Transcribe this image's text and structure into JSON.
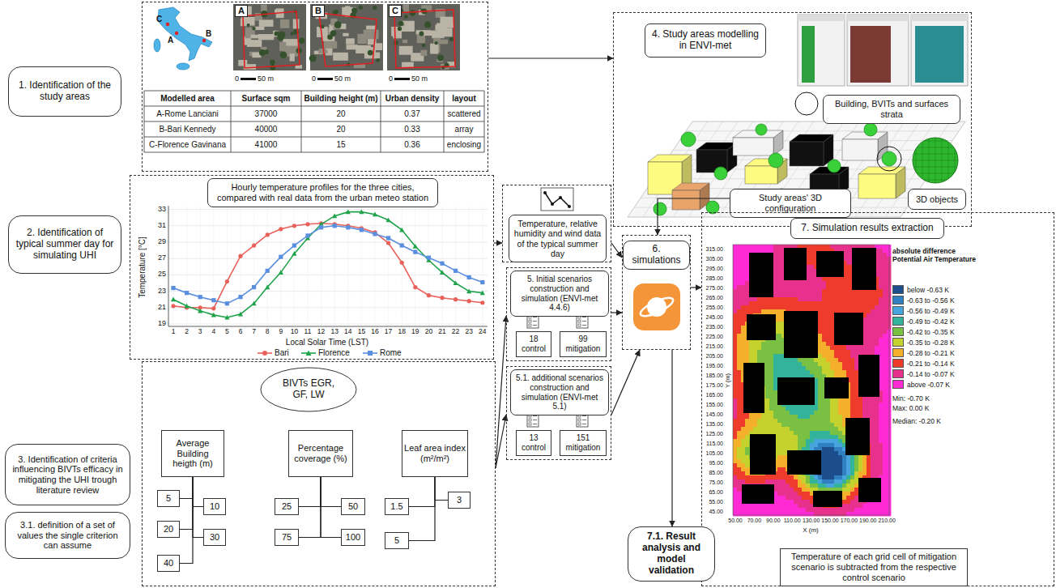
{
  "diagram": {
    "nodes": [
      {
        "text": [
          "1. Identification of the study areas"
        ]
      },
      {
        "text": []
      },
      {
        "text": [
          "2. Identification of typical summer day for simulating UHI"
        ]
      },
      {
        "text": []
      },
      {
        "text": [
          "Hourly temperature profiles for the three cities, compared with real data from the urban meteo station"
        ],
        "in": 3
      },
      {
        "text": []
      },
      {
        "text": [
          "Temperature, relative humidity and wind data of the typical summer day"
        ],
        "in": 5
      },
      {
        "text": []
      },
      {
        "text": [
          "4. Study areas modelling in ENVI-met"
        ],
        "in": 7
      },
      {
        "text": [
          "Building, BVITs and surfaces strata"
        ],
        "in": 7
      },
      {
        "text": [
          "Study areas' 3D configuration"
        ],
        "in": 7
      },
      {
        "text": [
          "3D objects"
        ],
        "in": 7
      },
      {
        "text": []
      },
      {
        "text": [
          "5. Initial scenarios construction and simulation (ENVI-met 4.4.6)"
        ],
        "in": 12
      },
      {
        "text": [
          "18 control"
        ],
        "in": 12
      },
      {
        "text": [
          "99 mitigation"
        ],
        "in": 12
      },
      {
        "text": [
          "6. simulations"
        ]
      },
      {
        "text": []
      },
      {
        "text": [
          "7. Simulation results extraction"
        ],
        "in": 17
      },
      {
        "text": [
          "Temperature of each grid cell of mitigation scenario is subtracted from the respective control scenario"
        ],
        "in": 17
      },
      {
        "text": [
          "3. Identification of criteria influencing BIVTs efficacy in mitigating the UHI trough literature review"
        ]
      },
      {
        "text": [
          "3.1. definition of a set of values the single criterion can assume"
        ]
      },
      {
        "text": []
      },
      {
        "text": [
          "BIVTs EGR, GF, LW"
        ],
        "in": 22
      },
      {
        "text": [
          "Average Building heigth (m)"
        ],
        "in": 22
      },
      {
        "text": [
          "Percentage coverage (%)"
        ],
        "in": 22
      },
      {
        "text": [
          "Leaf area index (m²/m²)"
        ],
        "in": 22
      },
      {
        "text": [
          "5"
        ],
        "in": 22
      },
      {
        "text": [
          "10"
        ],
        "in": 22
      },
      {
        "text": [
          "20"
        ],
        "in": 22
      },
      {
        "text": [
          "30"
        ],
        "in": 22
      },
      {
        "text": [
          "40"
        ],
        "in": 22
      },
      {
        "text": [
          "25"
        ],
        "in": 22
      },
      {
        "text": [
          "50"
        ],
        "in": 22
      },
      {
        "text": [
          "75"
        ],
        "in": 22
      },
      {
        "text": [
          "100"
        ],
        "in": 22
      },
      {
        "text": [
          "1.5"
        ],
        "in": 22
      },
      {
        "text": [
          "3"
        ],
        "in": 22
      },
      {
        "text": [
          "5"
        ],
        "in": 22
      },
      {
        "text": []
      },
      {
        "text": [
          "5.1. additional scenarios construction and simulation (ENVI-met 5.1)"
        ],
        "in": 39
      },
      {
        "text": [
          "13 control"
        ],
        "in": 39
      },
      {
        "text": [
          "151 mitigation"
        ],
        "in": 39
      },
      {
        "text": [
          "7.1. Result analysis and model validation"
        ]
      }
    ],
    "edges": [
      {
        "from": 1,
        "to": 7,
        "arrow": "to"
      },
      {
        "from": 3,
        "to": 5,
        "arrow": "to"
      },
      {
        "from": 5,
        "to": 16,
        "arrow": "to"
      },
      {
        "from": 10,
        "to": 16,
        "arrow": "to"
      },
      {
        "from": 22,
        "to": 12,
        "arrow": "to"
      },
      {
        "from": 22,
        "to": 39,
        "arrow": "to"
      },
      {
        "from": 12,
        "to": 16,
        "arrow": "to"
      },
      {
        "from": 39,
        "to": 16,
        "arrow": "to"
      },
      {
        "from": 16,
        "to": 17,
        "arrow": "to"
      },
      {
        "from": 16,
        "to": 43,
        "arrow": "to"
      },
      {
        "from": 24,
        "to": 27,
        "arrow": "none"
      },
      {
        "from": 24,
        "to": 28,
        "arrow": "none"
      },
      {
        "from": 24,
        "to": 29,
        "arrow": "none"
      },
      {
        "from": 24,
        "to": 30,
        "arrow": "none"
      },
      {
        "from": 24,
        "to": 31,
        "arrow": "none"
      },
      {
        "from": 25,
        "to": 32,
        "arrow": "none"
      },
      {
        "from": 25,
        "to": 33,
        "arrow": "none"
      },
      {
        "from": 25,
        "to": 34,
        "arrow": "none"
      },
      {
        "from": 25,
        "to": 35,
        "arrow": "none"
      },
      {
        "from": 26,
        "to": 36,
        "arrow": "none"
      },
      {
        "from": 26,
        "to": 37,
        "arrow": "none"
      },
      {
        "from": 26,
        "to": 38,
        "arrow": "none"
      }
    ],
    "labels": [
      "C",
      "A",
      "B",
      "A",
      "B",
      "C",
      "0",
      "50 m",
      "0",
      "50 m",
      "0",
      "50 m",
      "Modelled area",
      "Surface sqm",
      "Building height (m)",
      "Urban density",
      "layout",
      "A-Rome Lanciani",
      "37000",
      "20",
      "0.37",
      "scattered",
      "B-Bari Kennedy",
      "40000",
      "20",
      "0.33",
      "array",
      "C-Florence Gavinana",
      "41000",
      "15",
      "0.36",
      "enclosing",
      "Temperature [°C]",
      "33",
      "31",
      "29",
      "27",
      "25",
      "23",
      "21",
      "19",
      "1",
      "2",
      "3",
      "4",
      "5",
      "6",
      "7",
      "8",
      "9",
      "10",
      "11",
      "12",
      "13",
      "14",
      "15",
      "16",
      "17",
      "18",
      "19",
      "20",
      "21",
      "22",
      "23",
      "24",
      "Local Solar Time (LST)",
      "absolute difference Potential Air Temperature",
      "Min: -0.70 K",
      "Max: 0.00 K",
      "Median: -0.20 K",
      "315.00",
      "305.00",
      "295.00",
      "285.00",
      "275.00",
      "265.00",
      "255.00",
      "245.00",
      "235.00",
      "225.00",
      "215.00",
      "205.00",
      "195.00",
      "185.00",
      "175.00",
      "165.00",
      "155.00",
      "145.00",
      "135.00",
      "125.00",
      "115.00",
      "105.00",
      "95.00",
      "85.00",
      "75.00",
      "65.00",
      "55.00",
      "45.00",
      "Y (m)",
      "50.00",
      "70.00",
      "90.00",
      "110.00",
      "130.00",
      "150.00",
      "170.00",
      "190.00",
      "210.00",
      "X (m)"
    ],
    "legend": [
      {
        "text": "Bari"
      },
      {
        "text": "Florence"
      },
      {
        "text": "Rome"
      },
      {
        "text": "below -0.63 K",
        "color": "#1c4e8c"
      },
      {
        "text": "-0.63 to -0.56 K",
        "color": "#2f7fc1"
      },
      {
        "text": "-0.56 to -0.49 K",
        "color": "#48a4dc"
      },
      {
        "text": "-0.49 to -0.42 K",
        "color": "#33b39a"
      },
      {
        "text": "-0.42 to -0.35 K",
        "color": "#79c043"
      },
      {
        "text": "-0.35 to -0.28 K",
        "color": "#c5d22e"
      },
      {
        "text": "-0.28 to -0.21 K",
        "color": "#f4b02a"
      },
      {
        "text": "-0.21 to -0.14 K",
        "color": "#ee3b2b"
      },
      {
        "text": "-0.14 to -0.07 K",
        "color": "#e7318c"
      },
      {
        "text": "above -0.07 K",
        "color": "#ff2ad4"
      }
    ]
  }
}
